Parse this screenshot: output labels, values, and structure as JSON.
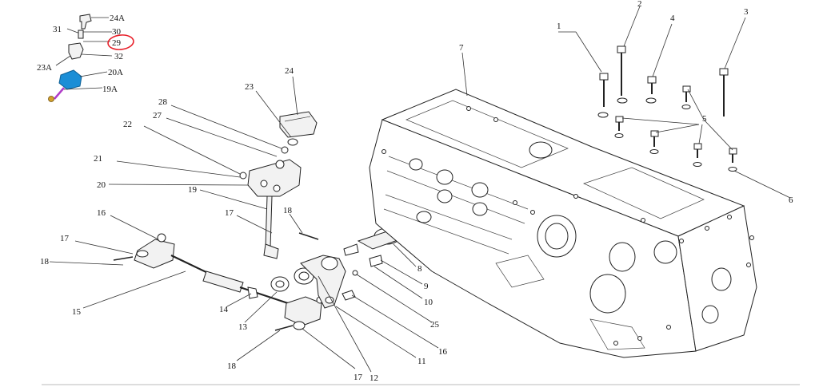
{
  "labels": {
    "l1": "1",
    "l2": "2",
    "l3": "3",
    "l4": "4",
    "l5": "5",
    "l6": "6",
    "l7": "7",
    "l8": "8",
    "l9": "9",
    "l10": "10",
    "l11": "11",
    "l12": "12",
    "l13": "13",
    "l14": "14",
    "l15": "15",
    "l16": "16",
    "l16b": "16",
    "l17a": "17",
    "l17b": "17",
    "l17c": "17",
    "l18a": "18",
    "l18b": "18",
    "l18c": "18",
    "l19": "19",
    "l20": "20",
    "l21": "21",
    "l22": "22",
    "l23": "23",
    "l24": "24",
    "l25": "25",
    "l27": "27",
    "l28": "28",
    "l24A": "24A",
    "l31": "31",
    "l30": "30",
    "l29": "29",
    "l23A": "23A",
    "l32": "32",
    "l20A": "20A",
    "l19A": "19A"
  },
  "colors": {
    "highlight_circle": "#e8202a",
    "inset_blue": "#1b8ed6",
    "inset_purple": "#b03cc8"
  }
}
